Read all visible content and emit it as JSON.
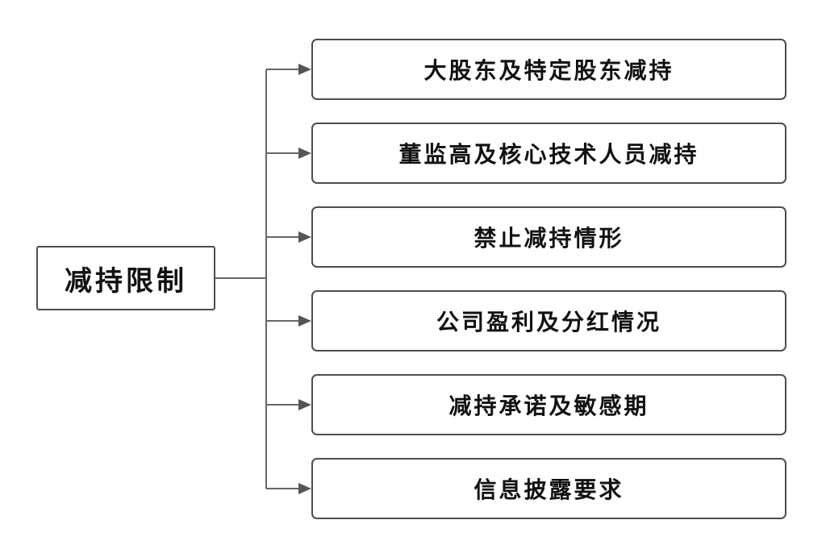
{
  "diagram": {
    "type": "tree",
    "root": {
      "label": "减持限制"
    },
    "branches": [
      {
        "label": "大股东及特定股东减持"
      },
      {
        "label": "董监高及核心技术人员减持"
      },
      {
        "label": "禁止减持情形"
      },
      {
        "label": "公司盈利及分红情况"
      },
      {
        "label": "减持承诺及敏感期"
      },
      {
        "label": "信息披露要求"
      }
    ],
    "colors": {
      "background": "#ffffff",
      "box_border": "#4d4d4d",
      "connector_line": "#666666",
      "arrowhead": "#555555",
      "text": "#111111"
    }
  }
}
